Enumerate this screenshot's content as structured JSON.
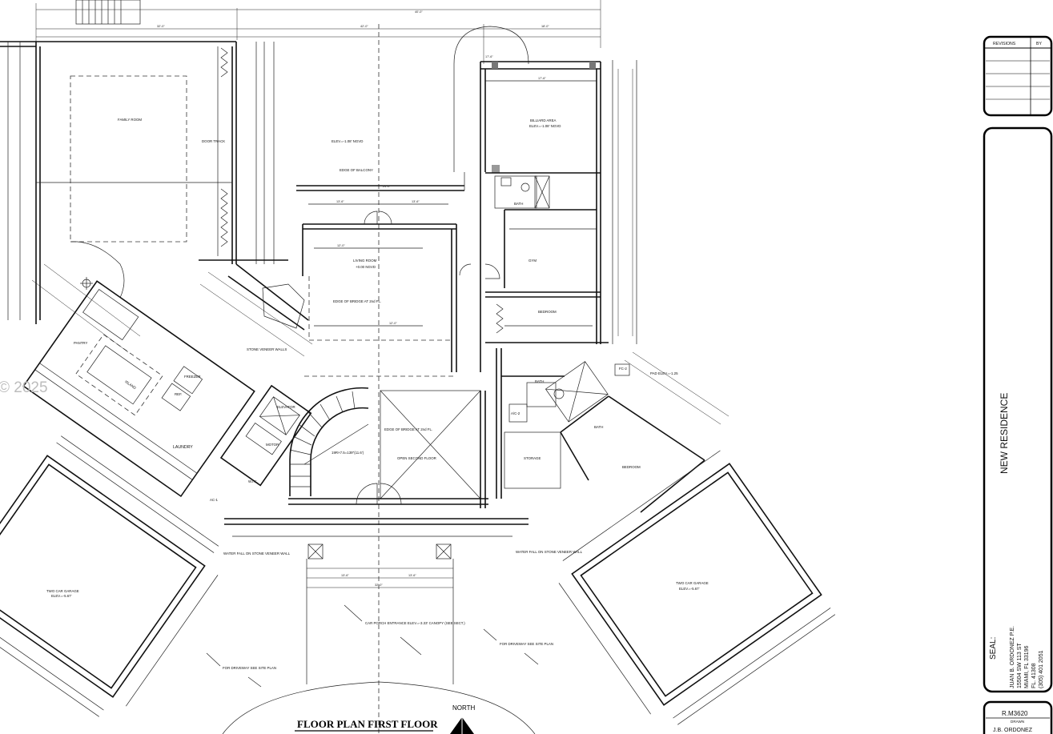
{
  "watermark": "© 2025",
  "drawing_title": "FLOOR PLAN FIRST FLOOR",
  "north_label": "NORTH",
  "rooms": {
    "family_room": "FAMILY ROOM",
    "door_track": "DOOR TRACK",
    "elev_108": "ELEV.=-1.08' NGVD",
    "edge_balcony": "EDGE OF BALCONY",
    "billiard_area": "BILLIARD AREA",
    "billiard_elev": "ELEV.=-1.08' NGVD",
    "bath_1": "BATH",
    "gym": "GYM",
    "living_room": "LIVING ROOM",
    "living_elev": "+0.00 NGVD",
    "edge_bridge": "EDGE OF BRIDGE AT 2nd FL.",
    "bedroom_1": "BEDROOM",
    "pantry": "PANTRY",
    "island": "ISLAND",
    "freezer": "FREEZER",
    "ref": "REF.",
    "laundry": "LAUNDRY",
    "stone_veneer": "STONE VENEER WALLS",
    "elevator": "ELEVATOR",
    "motor": "MOTOR",
    "wic": "W.I.C.",
    "ac1": "AC-1",
    "edge_bridge_2": "EDGE OF BRIDGE AT 2nd FL.",
    "stair_note": "19R×7.5=139\"(11.6')",
    "open_second_floor": "OPEN SECOND FLOOR",
    "bath_2": "BATH",
    "ac2": "A/C-2",
    "storage": "STORAGE",
    "bath_3": "BATH",
    "bedroom_2": "BEDROOM",
    "pad_elev": "PAD ELEV.=-1.25",
    "fc2": "FC-2",
    "garage_left": "TWO CAR GARAGE",
    "garage_left_elev": "ELEV.=-5.67'",
    "garage_right": "TWO CAR GARAGE",
    "garage_right_elev": "ELEV.=-5.67'",
    "waterfall_left": "WATER FALL ON STONE VENEER WALL",
    "waterfall_right": "WATER FALL ON STONE VENEER WALL",
    "car_porch": "CAR PORCH ENTRANCE ELEV.=-3.33' CANOPY (SEE SECT.)",
    "driveway_left": "FOR DRIVEWAY SEE SITE PLAN",
    "driveway_right": "FOR DRIVEWAY SEE SITE PLAN"
  },
  "dims": [
    "18'-0\"",
    "40'-0\"",
    "42'-0\"",
    "32'-0\"",
    "26'-0\"",
    "17'-6\"",
    "12'-0\"",
    "13'-6\"",
    "24'-0\"",
    "12'-6\"",
    "14'-0\"",
    "6'-0\"",
    "20'-0\"",
    "11'-6\"",
    "15'-6\"",
    "30'-0\""
  ],
  "title_block": {
    "revisions_label": "REVISIONS",
    "by_label": "BY",
    "project_name": "NEW RESIDENCE",
    "seal_label": "SEAL:",
    "engineer_lines": [
      "JUAN B. ORDONEZ P.E.",
      "15504 SW 113 ST",
      "MIAMI, FL 33196",
      "FL. 41308",
      "(305) 401 2051"
    ],
    "drawn_code": "R.M3620",
    "drawn_label": "DRAWN",
    "drawn_by": "J.B. ORDONEZ"
  }
}
